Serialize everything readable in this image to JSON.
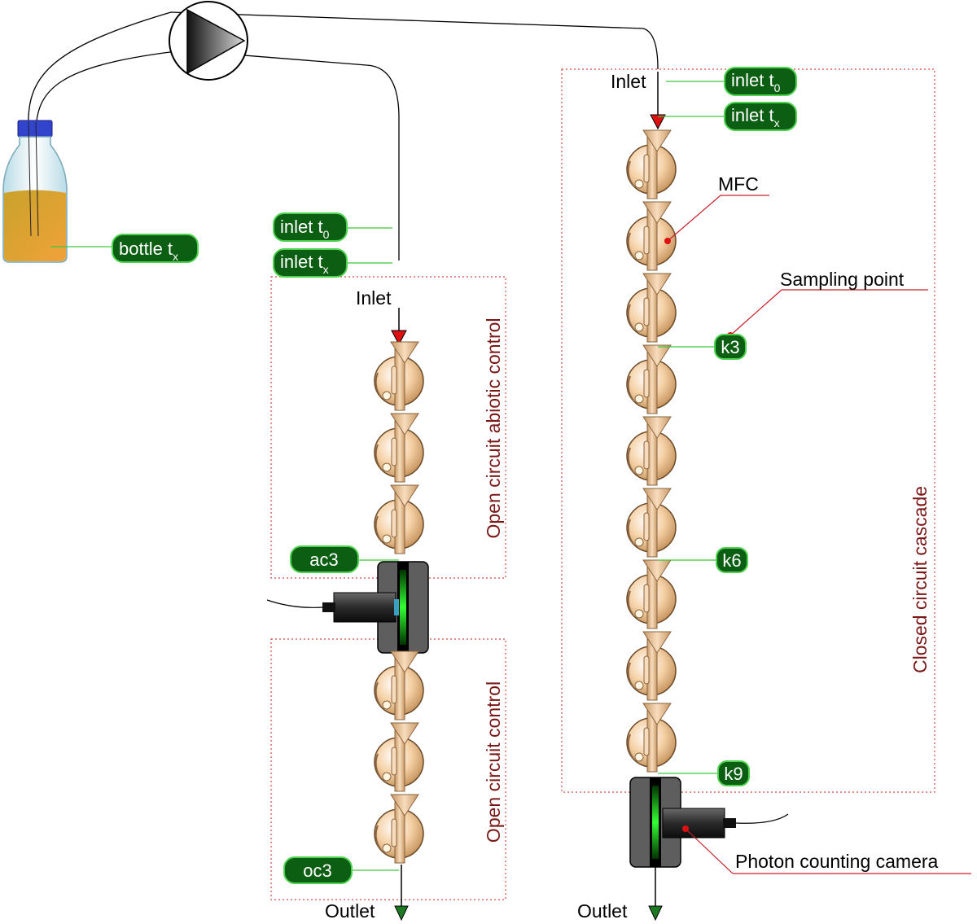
{
  "labels": {
    "inlet_left": "Inlet",
    "inlet_right": "Inlet",
    "outlet_left": "Outlet",
    "outlet_right": "Outlet",
    "mfc": "MFC",
    "sampling_point": "Sampling point",
    "photon_camera": "Photon counting camera"
  },
  "groups": {
    "abiotic": "Open circuit abiotic control",
    "control": "Open circuit control",
    "cascade": "Closed circuit cascade"
  },
  "tags": {
    "bottle": {
      "main": "bottle t",
      "sub": "x"
    },
    "left_inlet_t0": {
      "main": "inlet t",
      "sub": "0"
    },
    "left_inlet_tx": {
      "main": "inlet t",
      "sub": "x"
    },
    "right_inlet_t0": {
      "main": "inlet t",
      "sub": "0"
    },
    "right_inlet_tx": {
      "main": "inlet t",
      "sub": "x"
    },
    "ac3": {
      "main": "ac3",
      "sub": ""
    },
    "oc3": {
      "main": "oc3",
      "sub": ""
    },
    "k3": {
      "main": "k3",
      "sub": ""
    },
    "k6": {
      "main": "k6",
      "sub": ""
    },
    "k9": {
      "main": "k9",
      "sub": ""
    }
  },
  "colors": {
    "tag_fill": "#0b5e12",
    "tag_stroke": "#4fd24f",
    "leader_green": "#3cc83c",
    "leader_red": "#c8202a",
    "dotted_box": "#d04a4a",
    "group_text": "#7a1818",
    "inlet_arrow": "#dd1111",
    "outlet_arrow": "#1d7a22",
    "mfc_fill": "#f1c99a"
  },
  "icons": [
    "pump-icon",
    "bottle-icon",
    "mfc-icon",
    "camera-icon"
  ]
}
